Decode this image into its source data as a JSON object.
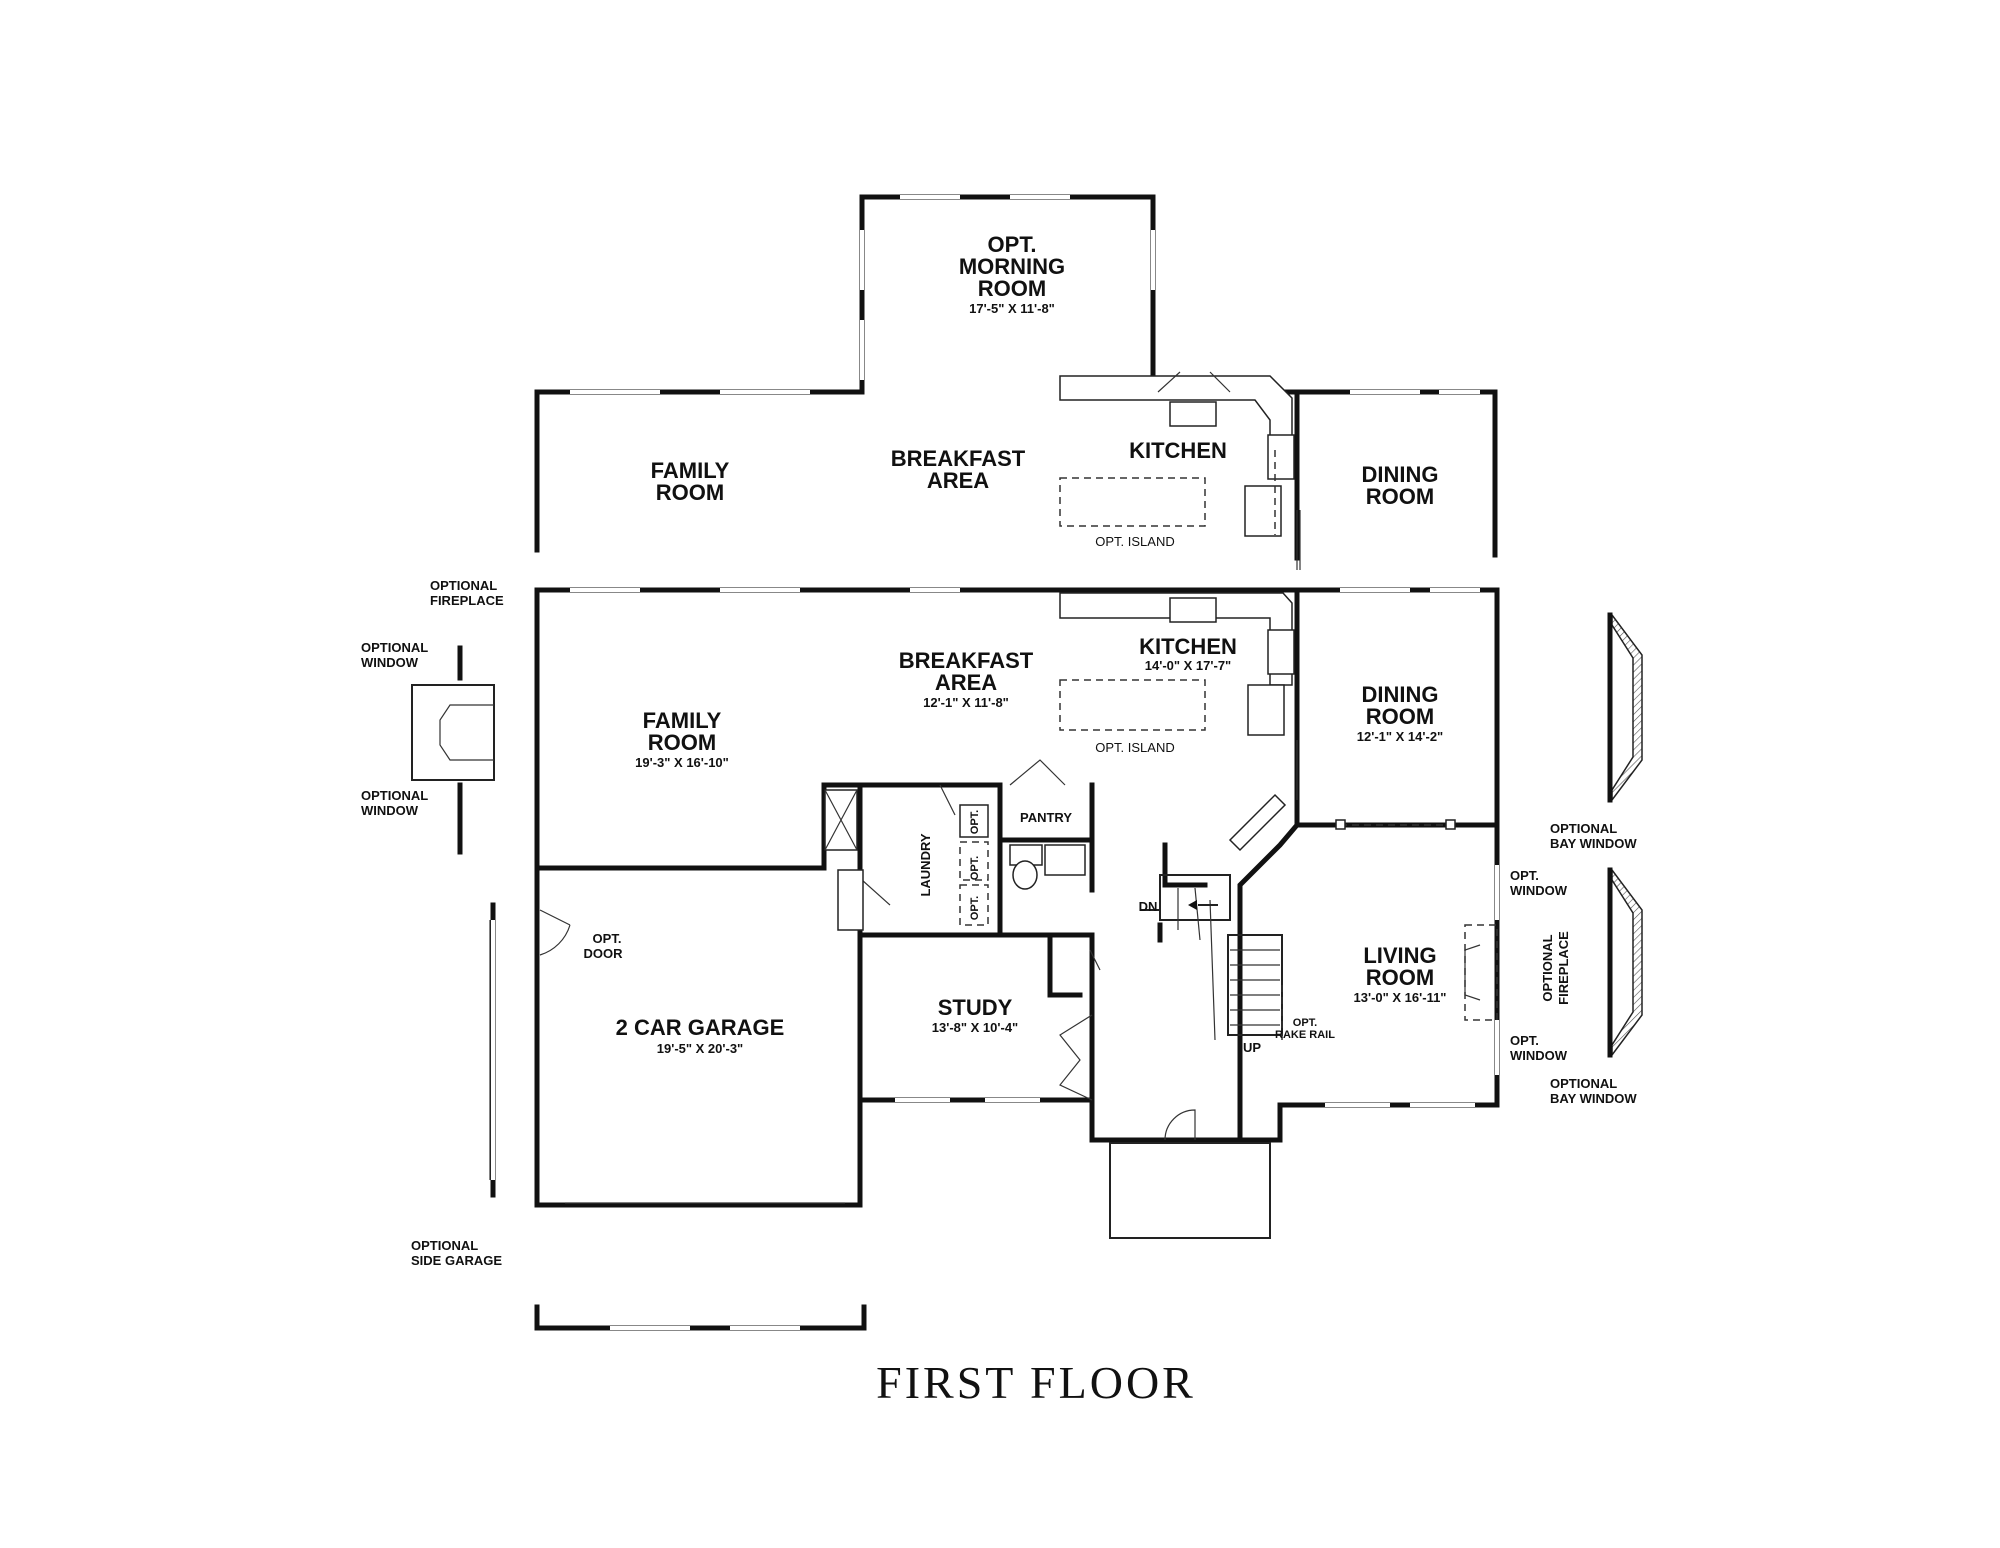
{
  "title": "FIRST FLOOR",
  "upper_plan": {
    "morning_room": {
      "name1": "OPT.",
      "name2": "MORNING",
      "name3": "ROOM",
      "dims": "17'-5\" X 11'-8\""
    },
    "family_room": {
      "name1": "FAMILY",
      "name2": "ROOM"
    },
    "breakfast_area": {
      "name1": "BREAKFAST",
      "name2": "AREA"
    },
    "kitchen": {
      "name": "KITCHEN"
    },
    "dining_room": {
      "name1": "DINING",
      "name2": "ROOM"
    },
    "island": "OPT. ISLAND"
  },
  "main_plan": {
    "family_room": {
      "name1": "FAMILY",
      "name2": "ROOM",
      "dims": "19'-3\" X 16'-10\""
    },
    "breakfast_area": {
      "name1": "BREAKFAST",
      "name2": "AREA",
      "dims": "12'-1\" X 11'-8\""
    },
    "kitchen": {
      "name": "KITCHEN",
      "dims": "14'-0\" X 17'-7\""
    },
    "island": "OPT. ISLAND",
    "dining_room": {
      "name1": "DINING",
      "name2": "ROOM",
      "dims": "12'-1\" X 14'-2\""
    },
    "pantry": "PANTRY",
    "laundry": "LAUNDRY",
    "opt_short": "OPT.",
    "living_room": {
      "name1": "LIVING",
      "name2": "ROOM",
      "dims": "13'-0\" X 16'-11\""
    },
    "study": {
      "name": "STUDY",
      "dims": "13'-8\" X 10'-4\""
    },
    "garage": {
      "name": "2 CAR GARAGE",
      "dims": "19'-5\" X 20'-3\""
    },
    "stairs_down": "DN",
    "stairs_up": "UP",
    "rake_rail1": "OPT.",
    "rake_rail2": "RAKE RAIL",
    "opt_door1": "OPT.",
    "opt_door2": "DOOR"
  },
  "options": {
    "fireplace_left1": "OPTIONAL",
    "fireplace_left2": "FIREPLACE",
    "window_left_top1": "OPTIONAL",
    "window_left_top2": "WINDOW",
    "window_left_bottom1": "OPTIONAL",
    "window_left_bottom2": "WINDOW",
    "side_garage1": "OPTIONAL",
    "side_garage2": "SIDE GARAGE",
    "bay_top1": "OPTIONAL",
    "bay_top2": "BAY WINDOW",
    "bay_bottom1": "OPTIONAL",
    "bay_bottom2": "BAY WINDOW",
    "opt_window_top1": "OPT.",
    "opt_window_top2": "WINDOW",
    "opt_window_bottom1": "OPT.",
    "opt_window_bottom2": "WINDOW",
    "fireplace_right1": "OPTIONAL",
    "fireplace_right2": "FIREPLACE"
  }
}
